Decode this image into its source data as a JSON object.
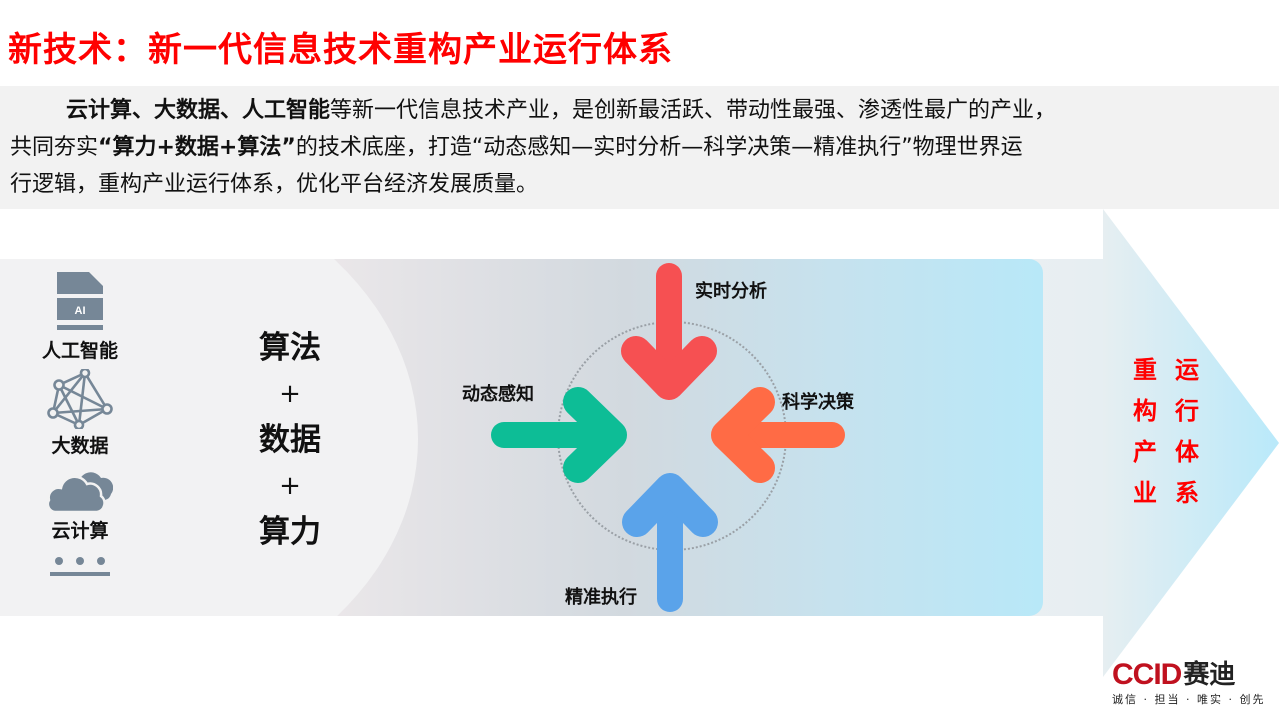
{
  "title": "新技术：新一代信息技术重构产业运行体系",
  "intro": {
    "line1_bold": "云计算、大数据、人工智能",
    "line1_rest": "等新一代信息技术产业，是创新最活跃、带动性最强、渗透性最广的产业，",
    "line2_pre": "共同夯实",
    "line2_bold": "“算力+数据+算法”",
    "line2_rest": "的技术底座，打造“动态感知—实时分析—科学决策—精准执行”物理世界运",
    "line3": "行逻辑，重构产业运行体系，优化平台经济发展质量。"
  },
  "technologies": [
    {
      "label": "人工智能",
      "icon": "ai-document-icon",
      "icon_text": "AI"
    },
    {
      "label": "大数据",
      "icon": "network-graph-icon"
    },
    {
      "label": "云计算",
      "icon": "cloud-icon"
    },
    {
      "label": "",
      "icon": "more-ellipsis-icon"
    }
  ],
  "formula": {
    "item1": "算法",
    "plus1": "+",
    "item2": "数据",
    "plus2": "+",
    "item3": "算力"
  },
  "cycle": {
    "top": {
      "label": "实时分析",
      "color": "#f65052"
    },
    "left": {
      "label": "动态感知",
      "color": "#0dbd96"
    },
    "right": {
      "label": "科学决策",
      "color": "#ff6b45"
    },
    "bottom": {
      "label": "精准执行",
      "color": "#5aa3ea"
    }
  },
  "outcome": {
    "col1": [
      "重",
      "构",
      "产",
      "业"
    ],
    "col2": [
      "运",
      "行",
      "体",
      "系"
    ],
    "color": "#ff0000"
  },
  "logo": {
    "brand": "CCID",
    "brand_cn": "赛迪",
    "slogan": "诚信 · 担当 · 唯实 · 创先",
    "color": "#c0111f"
  }
}
